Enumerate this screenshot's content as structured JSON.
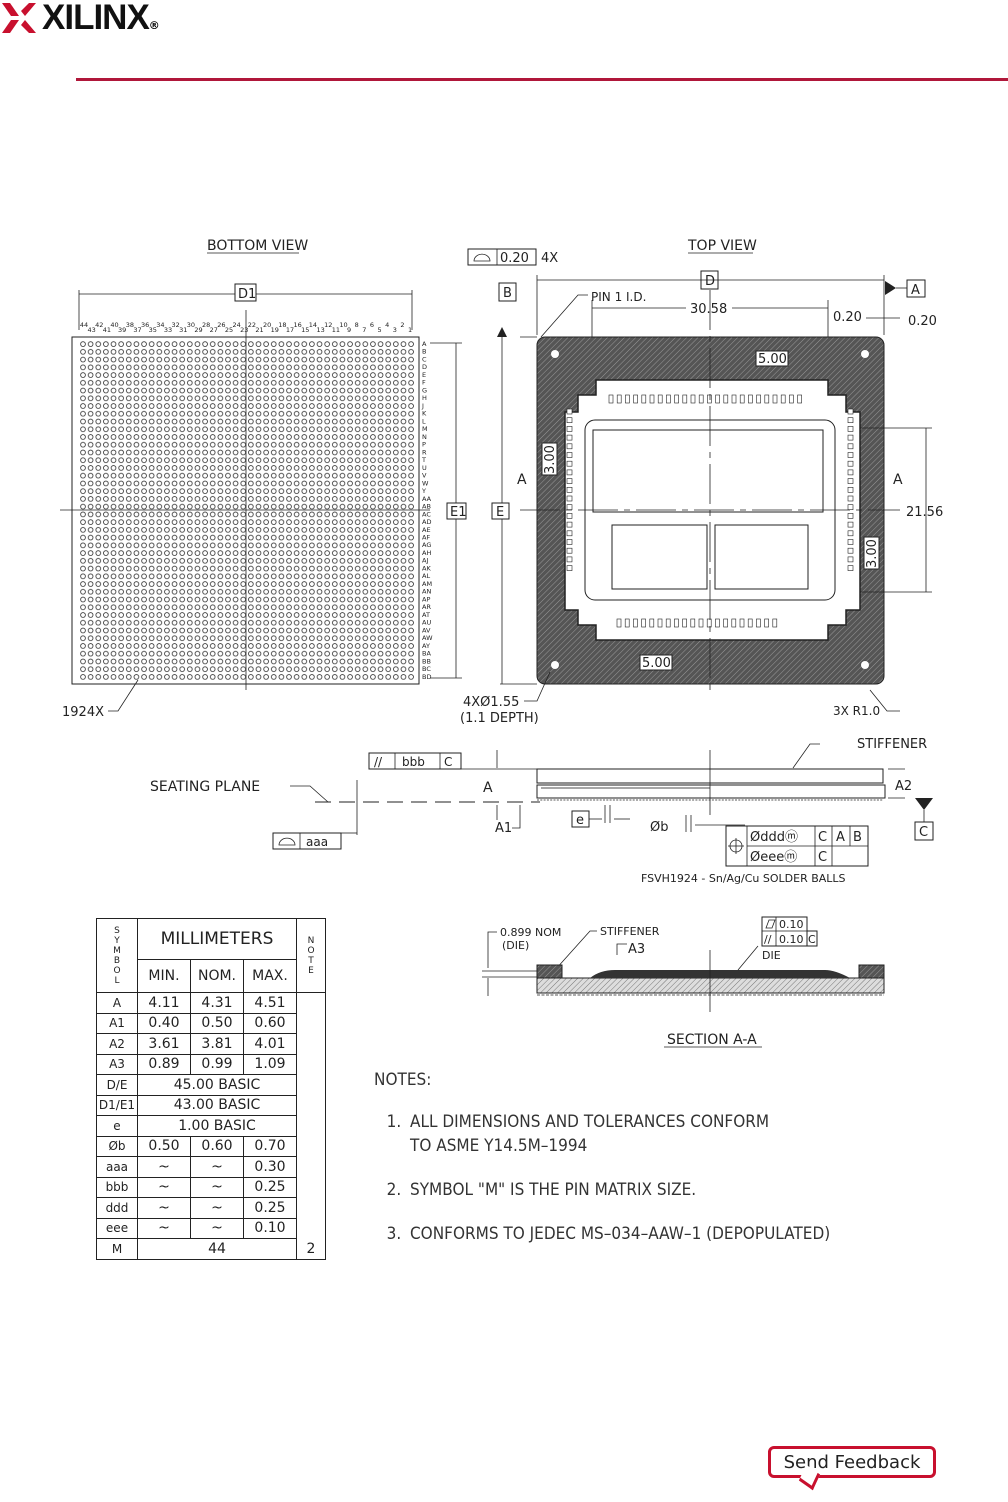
{
  "header": {
    "logo_text": "XILINX",
    "logo_mark": "®"
  },
  "bottom_view": {
    "title": "BOTTOM VIEW",
    "d1": "D1",
    "e1": "E1",
    "e": "E",
    "ball_count": "1924X",
    "col_labels": [
      "44",
      "43",
      "42",
      "41",
      "40",
      "39",
      "38",
      "37",
      "36",
      "35",
      "34",
      "33",
      "32",
      "31",
      "30",
      "29",
      "28",
      "27",
      "26",
      "25",
      "24",
      "23",
      "22",
      "21",
      "20",
      "19",
      "18",
      "17",
      "16",
      "15",
      "14",
      "13",
      "12",
      "11",
      "10",
      "9",
      "8",
      "7",
      "6",
      "5",
      "4",
      "3",
      "2",
      "1"
    ],
    "row_labels": [
      "A",
      "B",
      "C",
      "D",
      "E",
      "F",
      "G",
      "H",
      "J",
      "K",
      "L",
      "M",
      "N",
      "P",
      "R",
      "T",
      "U",
      "V",
      "W",
      "Y",
      "AA",
      "AB",
      "AC",
      "AD",
      "AE",
      "AF",
      "AG",
      "AH",
      "AJ",
      "AK",
      "AL",
      "AM",
      "AN",
      "AP",
      "AR",
      "AT",
      "AU",
      "AV",
      "AW",
      "AY",
      "BA",
      "BB",
      "BC",
      "BD"
    ]
  },
  "top_view": {
    "title": "TOP VIEW",
    "flatness": "0.20",
    "flatness_count": "4X",
    "datum_b": "B",
    "datum_a": "A",
    "datum_d": "D",
    "pin1": "PIN 1 I.D.",
    "width_dim": "30.58",
    "offset_x": "0.20",
    "offset_y": "0.20",
    "dim_5_top": "5.00",
    "dim_5_bottom": "5.00",
    "dim_3_left": "3.00",
    "dim_3_right": "3.00",
    "height_dim": "21.56",
    "section_left": "A",
    "section_right": "A",
    "holes": "4XØ1.55",
    "depth": "(1.1 DEPTH)",
    "radius": "3X R1.0"
  },
  "side_view": {
    "seating_plane": "SEATING PLANE",
    "parallel_sym": "//",
    "bbb": "bbb",
    "datum_c": "C",
    "a": "A",
    "a1": "A1",
    "a2": "A2",
    "e": "e",
    "b": "Øb",
    "stiffener": "STIFFENER",
    "aaa": "aaa",
    "pos_row1": [
      "Ødddⓜ",
      "C",
      "A",
      "B"
    ],
    "pos_row2": [
      "Øeeeⓜ",
      "C"
    ],
    "solder": "FSVH1924 - Sn/Ag/Cu SOLDER BALLS"
  },
  "section": {
    "die_thk": "0.899 NOM",
    "die_label": "(DIE)",
    "stiffener": "STIFFENER",
    "a3": "A3",
    "flat_val": "0.10",
    "par_val": "0.10",
    "datum": "C",
    "die": "DIE",
    "title": "SECTION A-A"
  },
  "table": {
    "symbol_header": "SYMBOL",
    "mm_header": "MILLIMETERS",
    "note_header": "NOTE",
    "cols": [
      "MIN.",
      "NOM.",
      "MAX."
    ],
    "rows": [
      {
        "sym": "A",
        "min": "4.11",
        "nom": "4.31",
        "max": "4.51"
      },
      {
        "sym": "A1",
        "min": "0.40",
        "nom": "0.50",
        "max": "0.60"
      },
      {
        "sym": "A2",
        "min": "3.61",
        "nom": "3.81",
        "max": "4.01"
      },
      {
        "sym": "A3",
        "min": "0.89",
        "nom": "0.99",
        "max": "1.09"
      },
      {
        "sym": "D/E",
        "basic": "45.00  BASIC"
      },
      {
        "sym": "D1/E1",
        "basic": "43.00  BASIC"
      },
      {
        "sym": "e",
        "basic": "1.00  BASIC"
      },
      {
        "sym": "Øb",
        "min": "0.50",
        "nom": "0.60",
        "max": "0.70"
      },
      {
        "sym": "aaa",
        "min": "~",
        "nom": "~",
        "max": "0.30"
      },
      {
        "sym": "bbb",
        "min": "~",
        "nom": "~",
        "max": "0.25"
      },
      {
        "sym": "ddd",
        "min": "~",
        "nom": "~",
        "max": "0.25"
      },
      {
        "sym": "eee",
        "min": "~",
        "nom": "~",
        "max": "0.10"
      },
      {
        "sym": "M",
        "basic": "44",
        "note": "2"
      }
    ]
  },
  "notes": {
    "title": "NOTES:",
    "items": [
      {
        "num": "1.",
        "lines": [
          "ALL  DIMENSIONS  AND  TOLERANCES  CONFORM",
          "TO  ASME  Y14.5M–1994"
        ]
      },
      {
        "num": "2.",
        "lines": [
          "SYMBOL  \"M\"  IS  THE  PIN  MATRIX  SIZE."
        ]
      },
      {
        "num": "3.",
        "lines": [
          "CONFORMS  TO  JEDEC  MS–034–AAW–1  (DEPOPULATED)"
        ]
      }
    ]
  },
  "feedback": {
    "label": "Send Feedback"
  },
  "colors": {
    "brand_red": "#c8102e",
    "rule_red": "#b0173a"
  }
}
